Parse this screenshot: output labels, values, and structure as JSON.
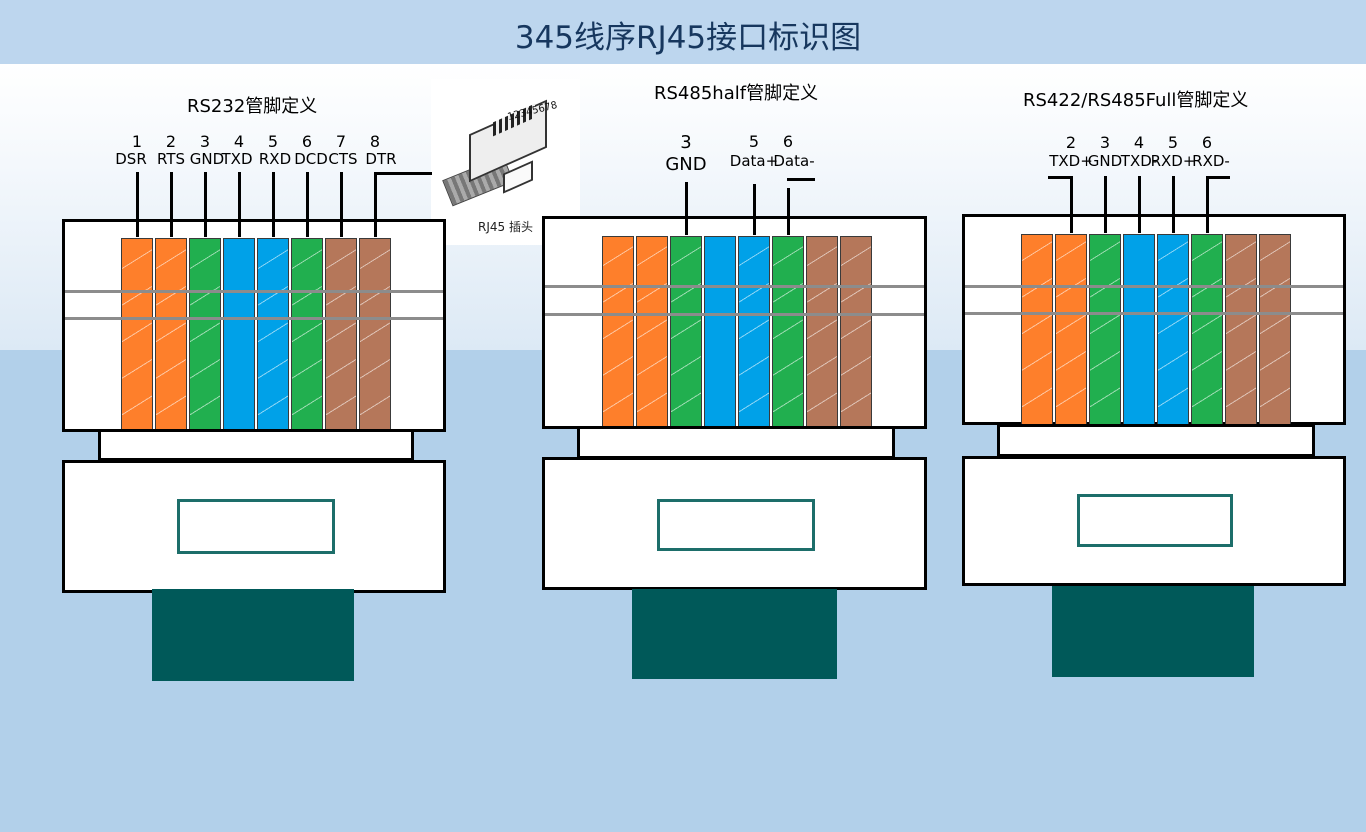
{
  "title": "345线序RJ45接口标识图",
  "photo": {
    "digits": "12345678",
    "caption": "RJ45 插头"
  },
  "colors": {
    "orange": "#fe7f2b",
    "green": "#21af4f",
    "blue": "#00a1e8",
    "brown": "#b5775a",
    "cable": "#005959",
    "banner": "#bdd6ee",
    "title_text": "#17375e"
  },
  "wire_order": [
    "orange",
    "orange",
    "green",
    "blue",
    "blue",
    "green",
    "brown",
    "brown"
  ],
  "connectors": [
    {
      "title": "RS232管脚定义",
      "pins": [
        {
          "num": "1",
          "signal": "DSR"
        },
        {
          "num": "2",
          "signal": "RTS"
        },
        {
          "num": "3",
          "signal": "GND"
        },
        {
          "num": "4",
          "signal": "TXD"
        },
        {
          "num": "5",
          "signal": "RXD"
        },
        {
          "num": "6",
          "signal": "DCD"
        },
        {
          "num": "7",
          "signal": "CTS"
        },
        {
          "num": "8",
          "signal": "DTR"
        }
      ]
    },
    {
      "title": "RS485half管脚定义",
      "pins": [
        {
          "num": "3",
          "signal": "GND"
        },
        {
          "num": "5",
          "signal": "Data+"
        },
        {
          "num": "6",
          "signal": "Data-"
        }
      ]
    },
    {
      "title": "RS422/RS485Full管脚定义",
      "pins": [
        {
          "num": "2",
          "signal": "TXD+"
        },
        {
          "num": "3",
          "signal": "GND"
        },
        {
          "num": "4",
          "signal": "TXD-"
        },
        {
          "num": "5",
          "signal": "RXD+"
        },
        {
          "num": "6",
          "signal": "RXD-"
        }
      ]
    }
  ]
}
